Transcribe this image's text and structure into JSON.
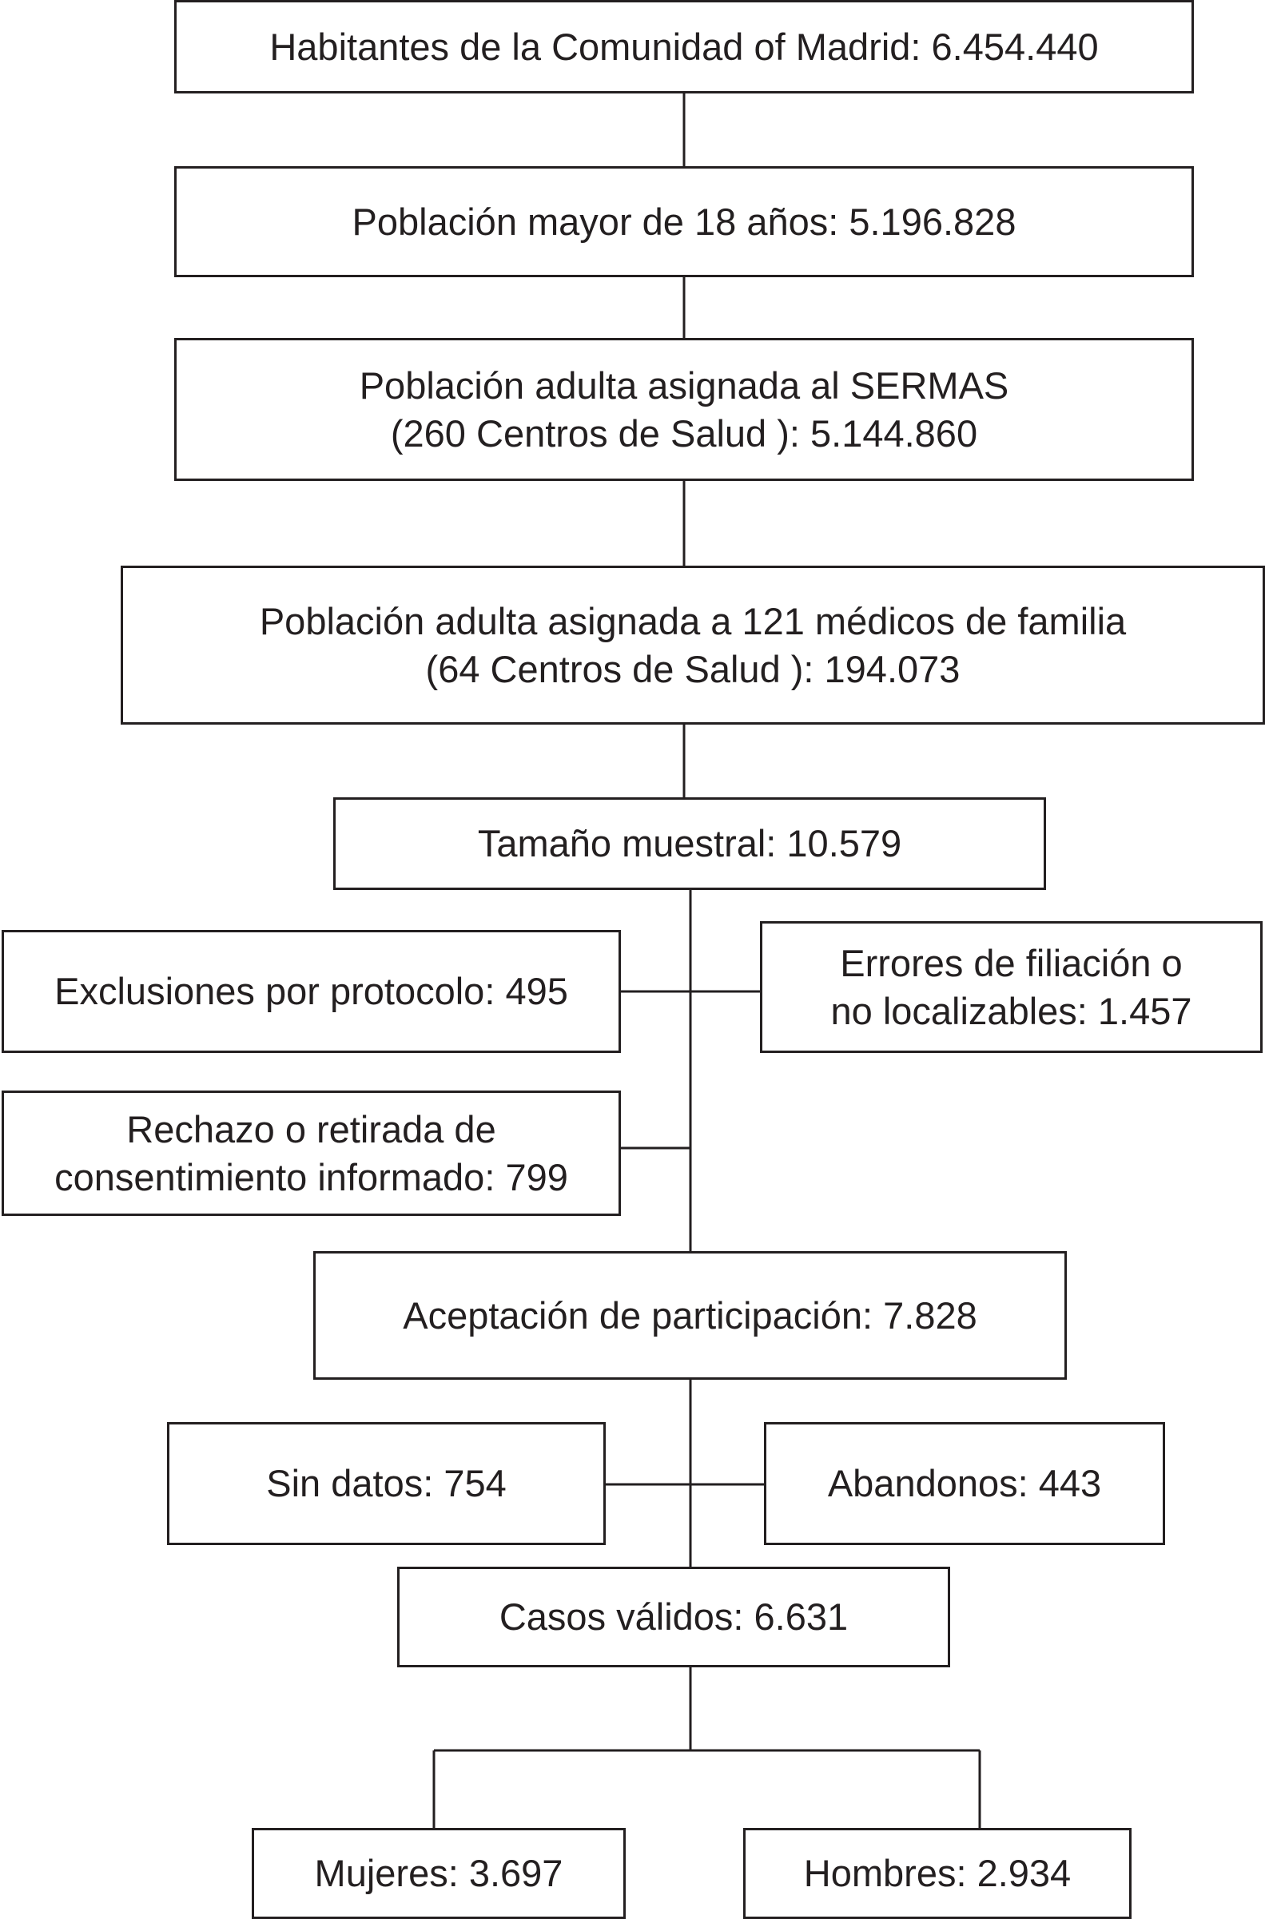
{
  "boxes": {
    "habitantes": [
      "Habitantes de la Comunidad of Madrid: 6.454.440"
    ],
    "mayores18": [
      "Población mayor de 18 años: 5.196.828"
    ],
    "sermas": [
      "Población adulta asignada al SERMAS",
      "(260 Centros de Salud ): 5.144.860"
    ],
    "medicos": [
      "Población adulta asignada a 121 médicos de familia",
      "(64 Centros de Salud ): 194.073"
    ],
    "muestra": [
      "Tamaño muestral: 10.579"
    ],
    "exclusiones": [
      "Exclusiones por protocolo: 495"
    ],
    "errores": [
      "Errores de filiación o",
      "no localizables: 1.457"
    ],
    "rechazo": [
      "Rechazo o retirada de",
      "consentimiento informado: 799"
    ],
    "aceptacion": [
      "Aceptación de participación: 7.828"
    ],
    "sindatos": [
      "Sin datos: 754"
    ],
    "abandonos": [
      "Abandonos: 443"
    ],
    "validos": [
      "Casos válidos: 6.631"
    ],
    "mujeres": [
      "Mujeres: 3.697"
    ],
    "hombres": [
      "Hombres: 2.934"
    ]
  }
}
